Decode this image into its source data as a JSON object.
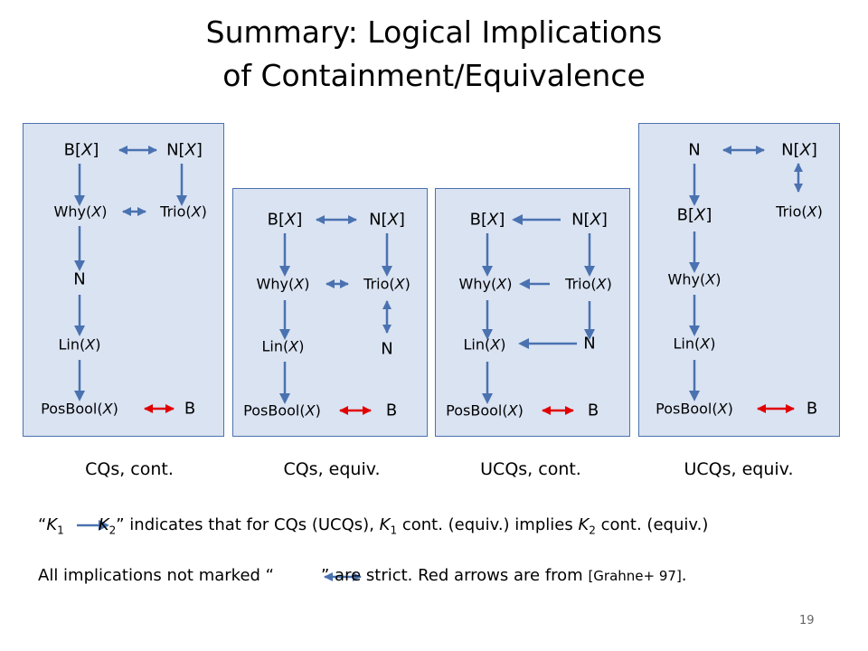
{
  "title": {
    "line1": "Summary: Logical Implications",
    "line2": "of Containment/Equivalence"
  },
  "colors": {
    "panel_fill": "#dae3f2",
    "panel_border": "#4a72b0",
    "arrow_blue": "#4a72b0",
    "arrow_red": "#e00000"
  },
  "panels": [
    {
      "caption": "CQs, cont.",
      "nodes": {
        "bx": {
          "prefix": "B[",
          "var": "X",
          "suffix": "]"
        },
        "nx": {
          "prefix": "N[",
          "var": "X",
          "suffix": "]"
        },
        "why": {
          "prefix": "Why(",
          "var": "X",
          "suffix": ")"
        },
        "trio": {
          "prefix": "Trio(",
          "var": "X",
          "suffix": ")"
        },
        "n": {
          "prefix": "N",
          "var": "",
          "suffix": ""
        },
        "lin": {
          "prefix": "Lin(",
          "var": "X",
          "suffix": ")"
        },
        "posbool": {
          "prefix": "PosBool(",
          "var": "X",
          "suffix": ")"
        },
        "b": {
          "prefix": "B",
          "var": "",
          "suffix": ""
        }
      }
    },
    {
      "caption": "CQs, equiv.",
      "nodes": {
        "bx": {
          "prefix": "B[",
          "var": "X",
          "suffix": "]"
        },
        "nx": {
          "prefix": "N[",
          "var": "X",
          "suffix": "]"
        },
        "why": {
          "prefix": "Why(",
          "var": "X",
          "suffix": ")"
        },
        "trio": {
          "prefix": "Trio(",
          "var": "X",
          "suffix": ")"
        },
        "lin": {
          "prefix": "Lin(",
          "var": "X",
          "suffix": ")"
        },
        "n": {
          "prefix": "N",
          "var": "",
          "suffix": ""
        },
        "posbool": {
          "prefix": "PosBool(",
          "var": "X",
          "suffix": ")"
        },
        "b": {
          "prefix": "B",
          "var": "",
          "suffix": ""
        }
      }
    },
    {
      "caption": "UCQs, cont.",
      "nodes": {
        "bx": {
          "prefix": "B[",
          "var": "X",
          "suffix": "]"
        },
        "nx": {
          "prefix": "N[",
          "var": "X",
          "suffix": "]"
        },
        "why": {
          "prefix": "Why(",
          "var": "X",
          "suffix": ")"
        },
        "trio": {
          "prefix": "Trio(",
          "var": "X",
          "suffix": ")"
        },
        "lin": {
          "prefix": "Lin(",
          "var": "X",
          "suffix": ")"
        },
        "n": {
          "prefix": "N",
          "var": "",
          "suffix": ""
        },
        "posbool": {
          "prefix": "PosBool(",
          "var": "X",
          "suffix": ")"
        },
        "b": {
          "prefix": "B",
          "var": "",
          "suffix": ""
        }
      }
    },
    {
      "caption": "UCQs, equiv.",
      "nodes": {
        "n": {
          "prefix": "N",
          "var": "",
          "suffix": ""
        },
        "nx": {
          "prefix": "N[",
          "var": "X",
          "suffix": "]"
        },
        "bx": {
          "prefix": "B[",
          "var": "X",
          "suffix": "]"
        },
        "trio": {
          "prefix": "Trio(",
          "var": "X",
          "suffix": ")"
        },
        "why": {
          "prefix": "Why(",
          "var": "X",
          "suffix": ")"
        },
        "lin": {
          "prefix": "Lin(",
          "var": "X",
          "suffix": ")"
        },
        "posbool": {
          "prefix": "PosBool(",
          "var": "X",
          "suffix": ")"
        },
        "b": {
          "prefix": "B",
          "var": "",
          "suffix": ""
        }
      }
    }
  ],
  "legend": {
    "open_quote": "“",
    "k1": "K",
    "k1_sub": "1",
    "k2": "K",
    "k2_sub": "2",
    "close_quote": "”",
    "text_a": " indicates that for CQs (UCQs), ",
    "k1b": "K",
    "k1b_sub": "1",
    "text_b": " cont. (equiv.) implies ",
    "k2b": "K",
    "k2b_sub": "2",
    "text_c": " cont. (equiv.)"
  },
  "note2": {
    "text_a": "All implications not marked “",
    "text_b": "” are strict.   Red arrows are from ",
    "citation": "[Grahne+ 97]",
    "period": "."
  },
  "page_number": "19"
}
